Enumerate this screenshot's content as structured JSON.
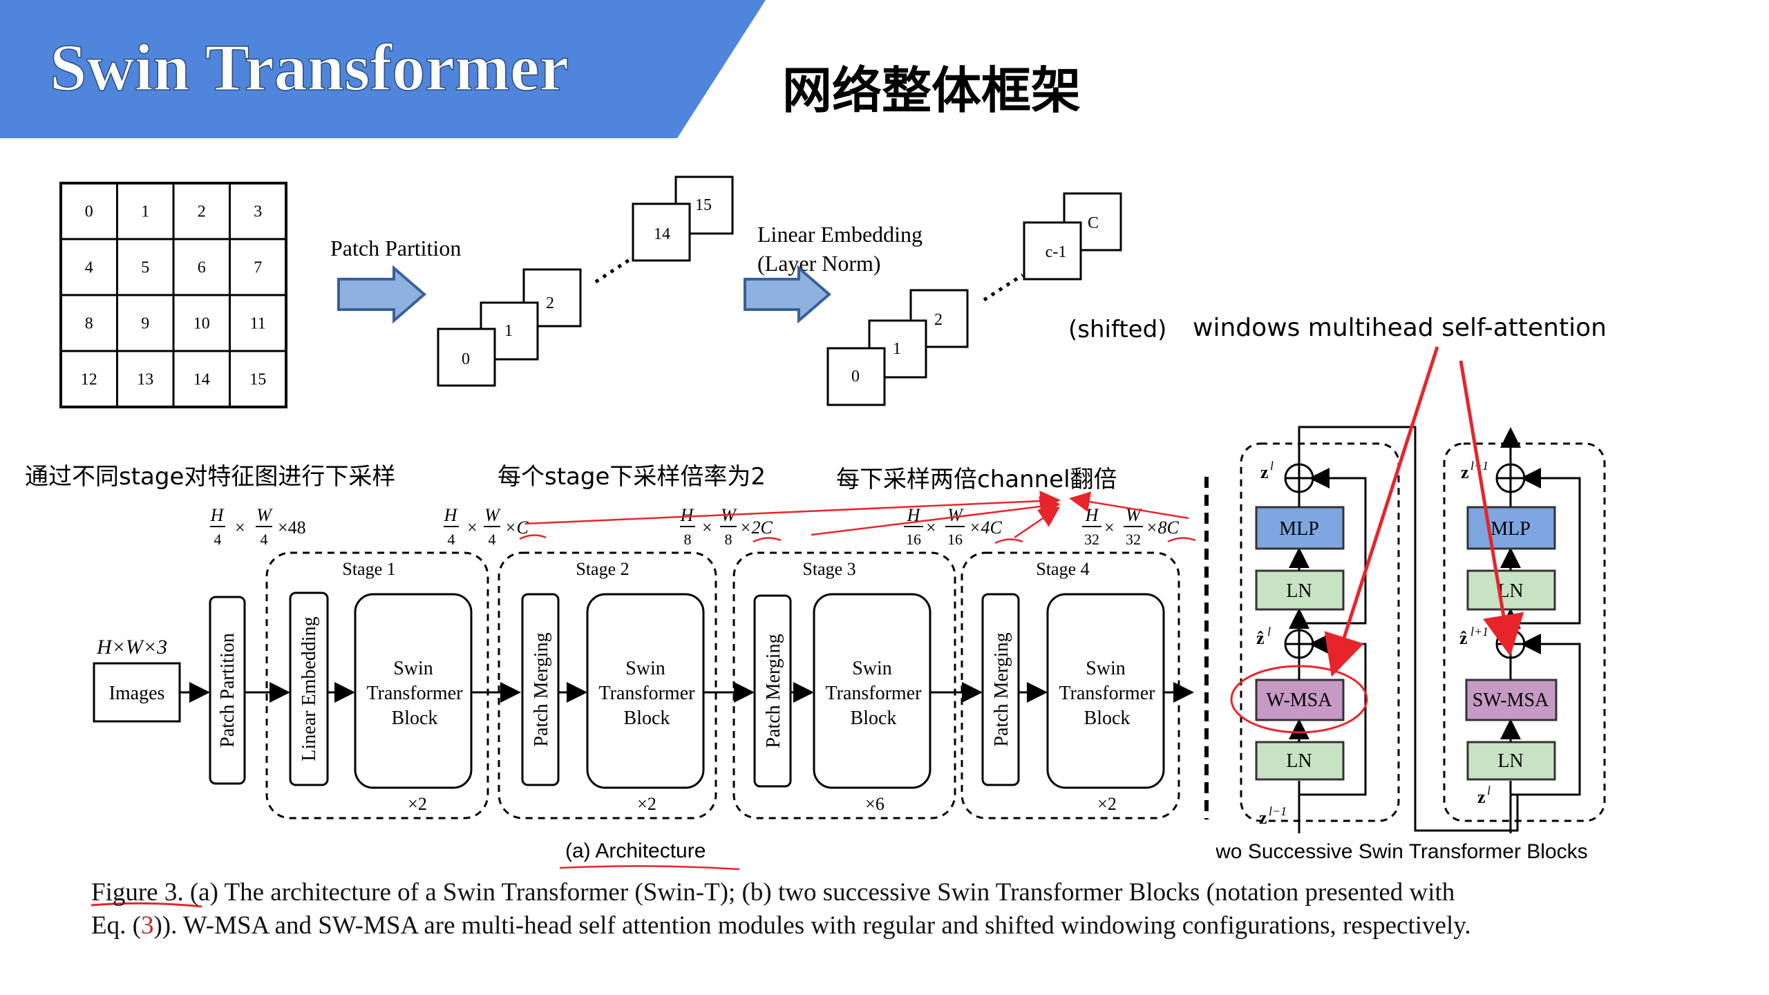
{
  "banner": {
    "title": "Swin Transformer",
    "bg_color": "#4f86dc"
  },
  "slide_title": "网络整体框架",
  "patch_grid": {
    "cells": [
      "0",
      "1",
      "2",
      "3",
      "4",
      "5",
      "6",
      "7",
      "8",
      "9",
      "10",
      "11",
      "12",
      "13",
      "14",
      "15"
    ]
  },
  "partition": {
    "label": "Patch Partition",
    "stack_labels": [
      "0",
      "1",
      "2"
    ],
    "far_labels": [
      "14",
      "15"
    ]
  },
  "embedding": {
    "label_line1": "Linear Embedding",
    "label_line2": "(Layer Norm)",
    "stack_labels": [
      "0",
      "1",
      "2"
    ],
    "far_labels": [
      "c-1",
      "C"
    ]
  },
  "annotations": {
    "shifted": "(shifted)",
    "wmsa_note": "windows multihead self-attention",
    "stage_note": "通过不同stage对特征图进行下采样",
    "rate_note": "每个stage下采样倍率为2",
    "channel_note": "每下采样两倍channel翻倍"
  },
  "architecture": {
    "input_dims": "H×W×3",
    "input_label": "Images",
    "patch_partition": "Patch Partition",
    "linear_embedding": "Linear Embedding",
    "patch_merging": "Patch Merging",
    "block_line1": "Swin",
    "block_line2": "Transformer",
    "block_line3": "Block",
    "stages": [
      {
        "name": "Stage 1",
        "repeat": "×2"
      },
      {
        "name": "Stage 2",
        "repeat": "×2"
      },
      {
        "name": "Stage 3",
        "repeat": "×6"
      },
      {
        "name": "Stage 4",
        "repeat": "×2"
      }
    ],
    "dims": [
      {
        "h_den": "4",
        "w_den": "4",
        "ch": "×48"
      },
      {
        "h_den": "4",
        "w_den": "4",
        "ch": "×C"
      },
      {
        "h_den": "8",
        "w_den": "8",
        "ch": "×2C"
      },
      {
        "h_den": "16",
        "w_den": "16",
        "ch": "×4C"
      },
      {
        "h_den": "32",
        "w_den": "32",
        "ch": "×8C"
      }
    ],
    "h": "H",
    "w": "W",
    "times": "×",
    "caption": "(a) Architecture"
  },
  "blocks": {
    "mlp": "MLP",
    "ln": "LN",
    "wmsa": "W-MSA",
    "swmsa": "SW-MSA",
    "z_out_left": "z",
    "z_out_left_sup": "l",
    "z_hat_left": "ẑ",
    "z_hat_left_sup": "l",
    "z_in_left": "z",
    "z_in_left_sup": "l−1",
    "z_out_right": "z",
    "z_out_right_sup": "l+1",
    "z_hat_right": "ẑ",
    "z_hat_right_sup": "l+1",
    "z_in_right": "z",
    "z_in_right_sup": "l",
    "caption": "(b) Two Successive Swin Transformer Blocks",
    "colors": {
      "mlp": "#7ea6e0",
      "ln": "#c8e3c4",
      "wmsa": "#c79ac6",
      "swmsa": "#c79ac6"
    }
  },
  "figure_caption": {
    "label": "Figure 3.",
    "line1_rest": " (a) The architecture of a Swin Transformer (Swin-T); (b) two successive Swin Transformer Blocks (notation presented with",
    "line2_pre": "Eq. (",
    "ref": "3",
    "line2_post": ")). W-MSA and SW-MSA are multi-head self attention modules with regular and shifted windowing configurations, respectively."
  },
  "markup_color": "#e8242b"
}
